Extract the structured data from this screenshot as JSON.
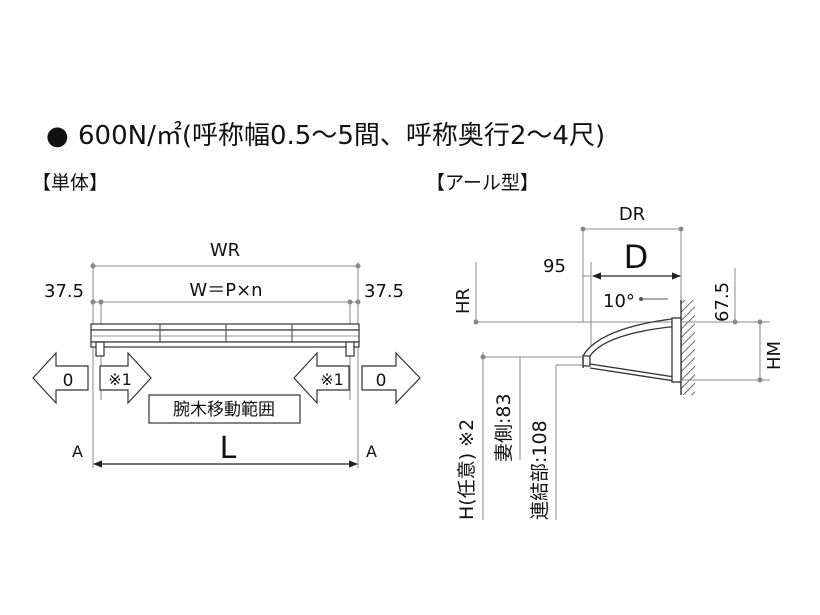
{
  "heading": {
    "bullet": "●",
    "text": "600N/㎡(呼称幅0.5～5間、呼称奥行2～4尺)"
  },
  "left_diagram": {
    "title": "【単体】",
    "wr_label": "WR",
    "w_formula": "W＝P×n",
    "left_offset": "37.5",
    "right_offset": "37.5",
    "left_zero": "0",
    "left_note": "※1",
    "right_note": "※1",
    "right_zero": "0",
    "range_label": "腕木移動範囲",
    "left_a": "A",
    "right_a": "A",
    "l_label": "L"
  },
  "right_diagram": {
    "title": "【アール型】",
    "dr_label": "DR",
    "d_label": "D",
    "offset_95": "95",
    "dim_675": "67.5",
    "angle": "10°",
    "hr_label": "HR",
    "hm_label": "HM",
    "h_label": "H(任意) ※2",
    "side_label": "妻側:83",
    "joint_label": "連結部:108"
  }
}
